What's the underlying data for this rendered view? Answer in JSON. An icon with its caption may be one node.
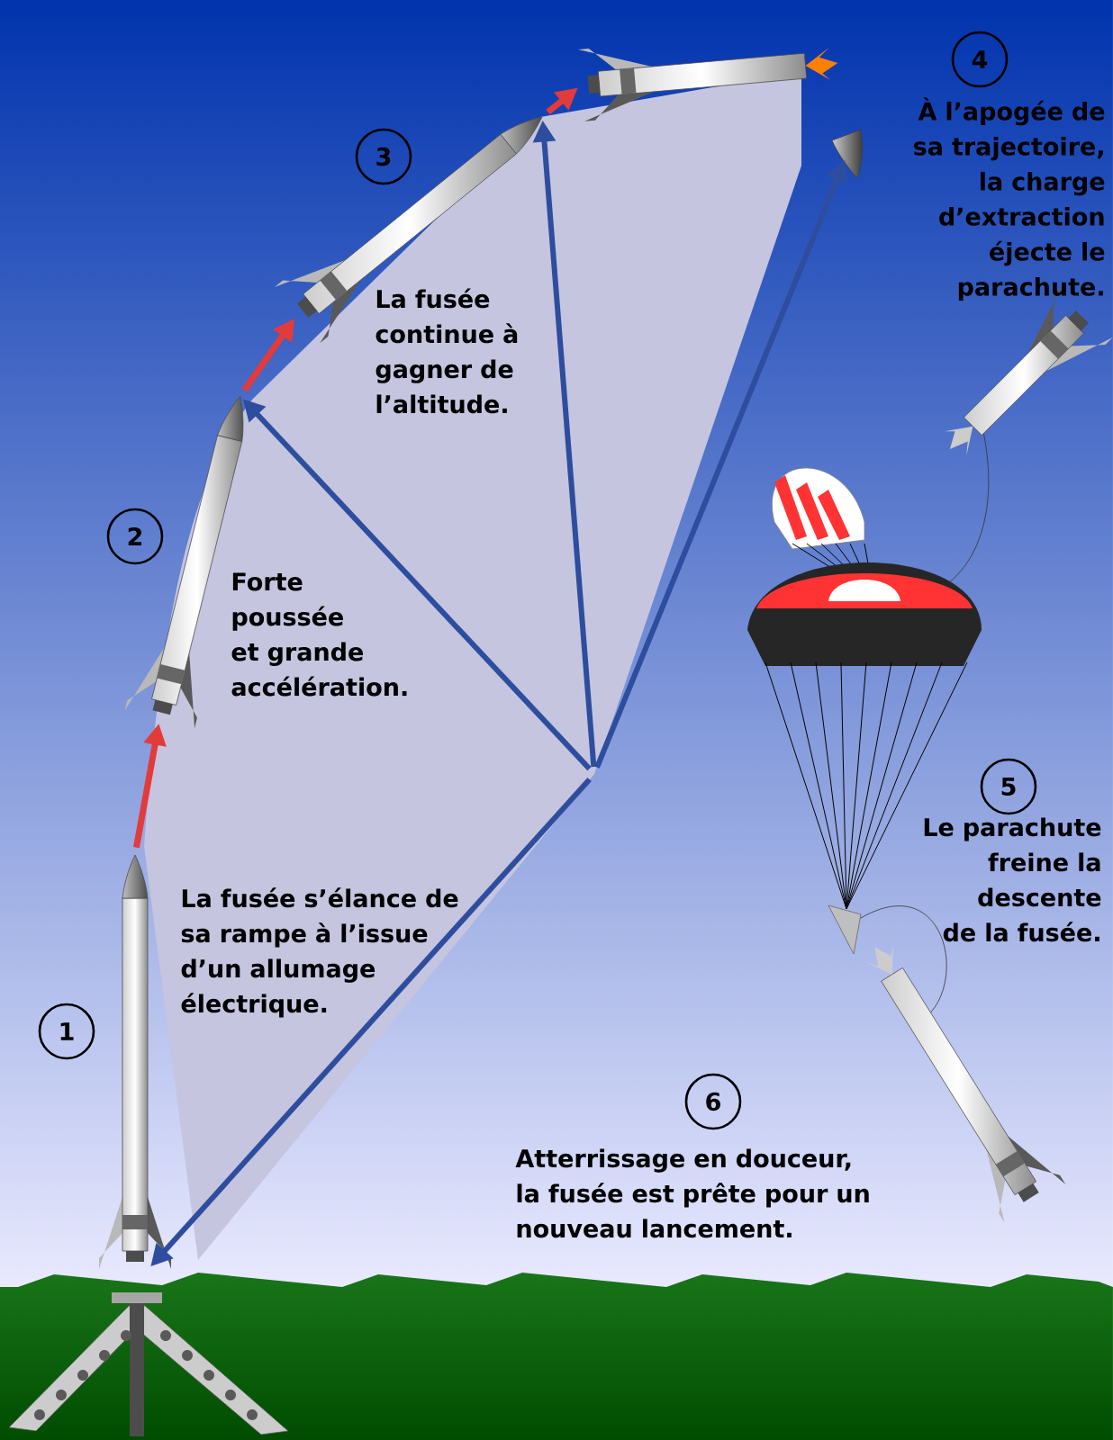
{
  "diagram": {
    "nodes": [
      {
        "text": [
          "1"
        ]
      },
      {
        "text": [
          "2"
        ]
      },
      {
        "text": [
          "3"
        ]
      },
      {
        "text": [
          "4"
        ]
      },
      {
        "text": [
          "5"
        ]
      },
      {
        "text": [
          "6"
        ]
      },
      {
        "text": [],
        "shape": "picture"
      },
      {
        "text": [],
        "shape": "picture"
      },
      {
        "text": [],
        "shape": "picture"
      },
      {
        "text": [],
        "shape": "picture"
      },
      {
        "text": [],
        "shape": "picture"
      }
    ],
    "edges": [
      {
        "from": 6,
        "to": 7,
        "arrow": "to",
        "color": "#e23b3b"
      },
      {
        "from": 7,
        "to": 8,
        "arrow": "to",
        "color": "#e23b3b"
      },
      {
        "from": 8,
        "to": 9,
        "arrow": "to",
        "color": "#e23b3b"
      },
      {
        "from": null,
        "to": 6,
        "arrow": "to"
      },
      {
        "from": null,
        "to": 7,
        "arrow": "to"
      },
      {
        "from": null,
        "to": 8,
        "arrow": "to"
      },
      {
        "from": null,
        "to": 10,
        "arrow": "to"
      }
    ],
    "labels": [
      "À l’apogée de sa trajectoire, la charge d’extraction éjecte le parachute.",
      "La fusée continue à gagner de l’altitude.",
      "Forte poussée et grande accélération.",
      "Le parachute freine la descente de la fusée.",
      "La fusée s’élance de sa rampe à l’issue d’un allumage électrique.",
      "Atterrissage en douceur, la fusée est prête pour un nouveau lancement."
    ]
  }
}
